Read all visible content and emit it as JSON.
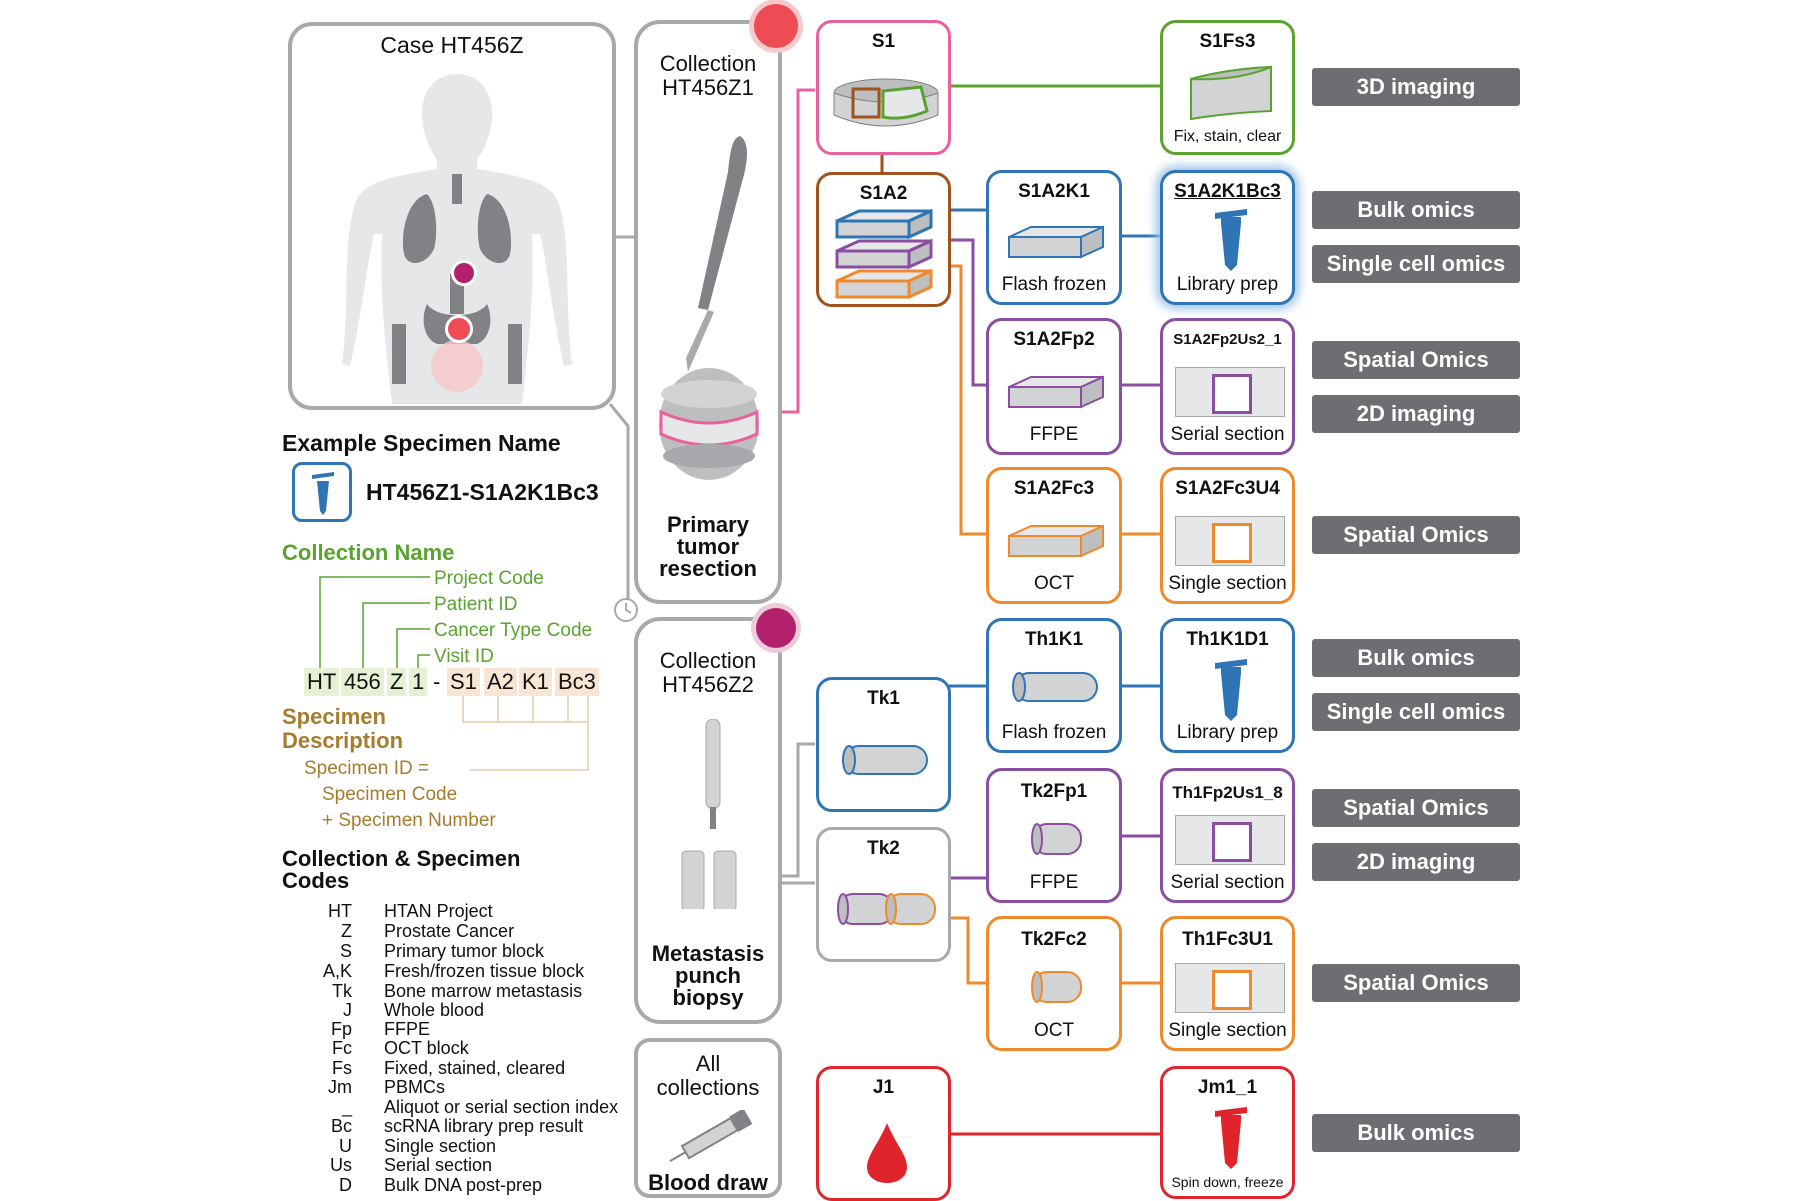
{
  "case_title": "Case HT456Z",
  "collections": {
    "z1": {
      "title_line1": "Collection",
      "title_line2": "HT456Z1",
      "foot_line1": "Primary",
      "foot_line2": "tumor",
      "foot_line3": "resection"
    },
    "z2": {
      "title_line1": "Collection",
      "title_line2": "HT456Z2",
      "foot_line1": "Metastasis",
      "foot_line2": "punch",
      "foot_line3": "biopsy"
    },
    "all": {
      "title_line1": "All",
      "title_line2": "collections",
      "foot_line1": "Blood draw"
    }
  },
  "boxes": {
    "S1": {
      "title": "S1"
    },
    "S1Fs3": {
      "title": "S1Fs3",
      "sub": "Fix, stain, clear"
    },
    "S1A2": {
      "title": "S1A2"
    },
    "S1A2K1": {
      "title": "S1A2K1",
      "sub": "Flash frozen"
    },
    "S1A2K1Bc3": {
      "title": "S1A2K1Bc3",
      "sub": "Library prep"
    },
    "S1A2Fp2": {
      "title": "S1A2Fp2",
      "sub": "FFPE"
    },
    "S1A2Fp2Us2_1": {
      "title": "S1A2Fp2Us2_1",
      "sub": "Serial section"
    },
    "S1A2Fc3": {
      "title": "S1A2Fc3",
      "sub": "OCT"
    },
    "S1A2Fc3U4": {
      "title": "S1A2Fc3U4",
      "sub": "Single section"
    },
    "Tk1": {
      "title": "Tk1"
    },
    "Th1K1": {
      "title": "Th1K1",
      "sub": "Flash frozen"
    },
    "Th1K1D1": {
      "title": "Th1K1D1",
      "sub": "Library prep"
    },
    "Tk2": {
      "title": "Tk2"
    },
    "Tk2Fp1": {
      "title": "Tk2Fp1",
      "sub": "FFPE"
    },
    "Th1Fp2Us1_8": {
      "title": "Th1Fp2Us1_8",
      "sub": "Serial section"
    },
    "Tk2Fc2": {
      "title": "Tk2Fc2",
      "sub": "OCT"
    },
    "Th1Fc3U1": {
      "title": "Th1Fc3U1",
      "sub": "Single section"
    },
    "J1": {
      "title": "J1"
    },
    "Jm1_1": {
      "title": "Jm1_1",
      "sub": "Spin down, freeze"
    }
  },
  "tags": [
    "3D imaging",
    "Bulk omics",
    "Single cell omics",
    "Spatial Omics",
    "2D imaging",
    "Spatial Omics",
    "Bulk omics",
    "Single cell omics",
    "Spatial Omics",
    "2D imaging",
    "Spatial Omics",
    "Bulk omics"
  ],
  "example": {
    "heading": "Example Specimen Name",
    "name": "HT456Z1-S1A2K1Bc3",
    "collection_name": "Collection Name",
    "project_code": "Project Code",
    "patient_id": "Patient ID",
    "cancer_type_code": "Cancer Type Code",
    "visit_id": "Visit ID",
    "tokens": [
      "HT",
      "456",
      "Z",
      "1",
      "-",
      "S1",
      "A2",
      "K1",
      "Bc3"
    ],
    "specimen_description_1": "Specimen",
    "specimen_description_2": "Description",
    "specimen_id": "Specimen ID =",
    "specimen_code": "Specimen Code",
    "specimen_number": "+ Specimen Number"
  },
  "codes": {
    "heading_1": "Collection & Specimen",
    "heading_2": "Codes",
    "rows": [
      {
        "code": "HT",
        "def": "HTAN Project"
      },
      {
        "code": "Z",
        "def": "Prostate Cancer"
      },
      {
        "code": "S",
        "def": "Primary tumor block"
      },
      {
        "code": "A,K",
        "def": "Fresh/frozen tissue block"
      },
      {
        "code": "Tk",
        "def": "Bone marrow metastasis"
      },
      {
        "code": "J",
        "def": "Whole blood"
      },
      {
        "code": "Fp",
        "def": "FFPE"
      },
      {
        "code": "Fc",
        "def": "OCT block"
      },
      {
        "code": "Fs",
        "def": "Fixed, stained, cleared"
      },
      {
        "code": "Jm",
        "def": "PBMCs"
      },
      {
        "code": "_",
        "def": "Aliquot or serial section index"
      },
      {
        "code": "Bc",
        "def": "scRNA library prep result"
      },
      {
        "code": "U",
        "def": "Single section"
      },
      {
        "code": "Us",
        "def": "Serial section"
      },
      {
        "code": "D",
        "def": "Bulk DNA post-prep"
      }
    ]
  },
  "colors": {
    "pink": "#e8619c",
    "green": "#5aa331",
    "brown": "#a0531d",
    "blue": "#2f74b5",
    "purple": "#8a4ea0",
    "orange": "#ef8a2c",
    "red": "#e0242b",
    "gray": "#a7a9ac",
    "tag_bg": "#6d6e71",
    "magenta": "#b3206b",
    "coral": "#ef4b55"
  }
}
